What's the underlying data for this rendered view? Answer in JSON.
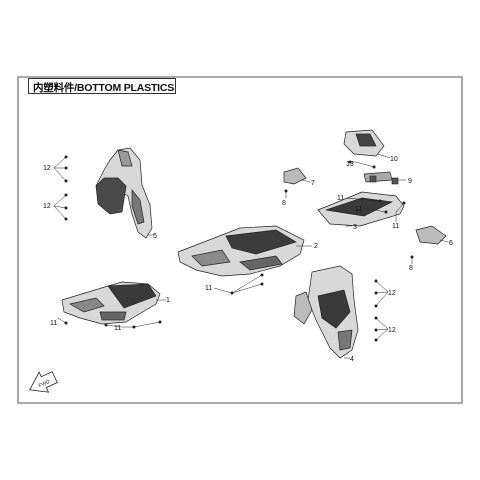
{
  "title": "内塑料件/BOTTOM PLASTICS",
  "fwd_label": "FWD",
  "callouts": {
    "c12a": "12",
    "c12b": "12",
    "c5": "5",
    "c2": "2",
    "c11_center": "11",
    "c1": "1",
    "c11_left1": "11",
    "c11_left2": "11",
    "c10": "10",
    "c13": "13",
    "c9": "9",
    "c7": "7",
    "c8a": "8",
    "c11_tr1": "11",
    "c11_tr2": "11",
    "c3": "3",
    "c11_tr3": "11",
    "c6": "6",
    "c8b": "8",
    "c12c": "12",
    "c12d": "12",
    "c4": "4"
  }
}
